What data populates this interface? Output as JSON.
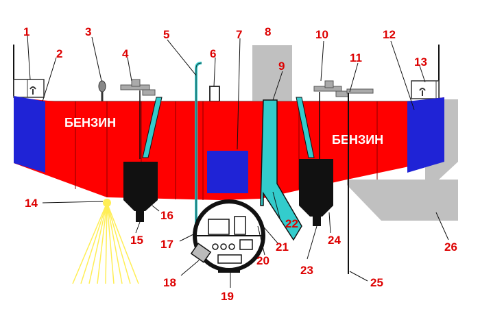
{
  "colors": {
    "fuel_tank": "#ff0000",
    "ballast_tank": "#1f23d6",
    "pipe": "#33cccc",
    "gray_structure": "#c0c0c0",
    "shot_bunker": "#111111",
    "callout_text": "#dd0000",
    "searchlight_beam": "#ffee55"
  },
  "labels": {
    "tank_left": "БЕНЗИН",
    "tank_right": "БЕНЗИН"
  },
  "callouts": [
    "1",
    "2",
    "3",
    "4",
    "5",
    "6",
    "7",
    "8",
    "9",
    "10",
    "11",
    "12",
    "13",
    "14",
    "15",
    "16",
    "17",
    "18",
    "19",
    "20",
    "21",
    "22",
    "23",
    "24",
    "25",
    "26"
  ],
  "icons": {
    "searchlight": "lamp-icon",
    "gondola": "pressure-sphere-icon"
  }
}
